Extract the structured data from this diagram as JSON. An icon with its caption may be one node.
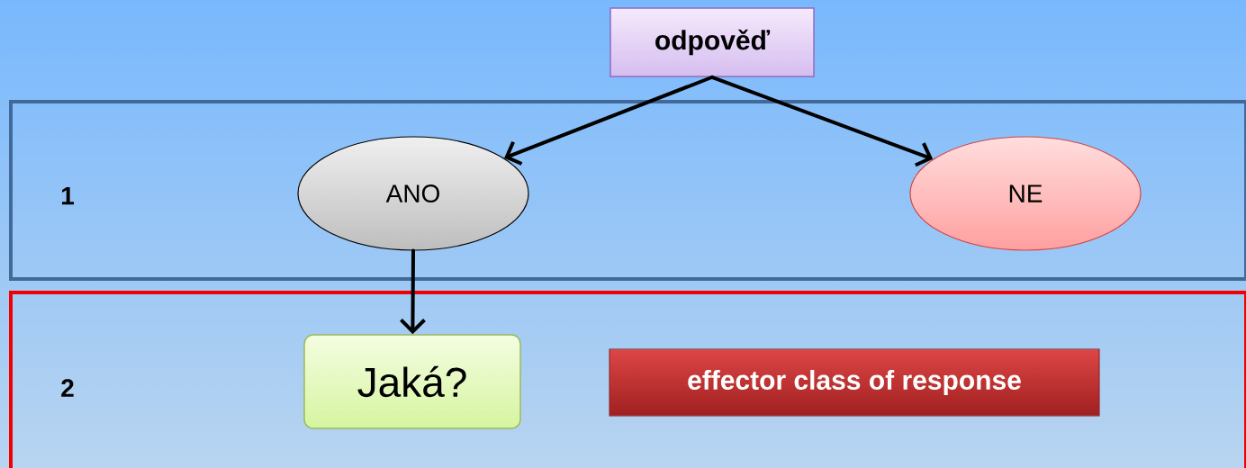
{
  "diagram": {
    "nodes": [
      {
        "text": [
          "odpověď"
        ]
      },
      {
        "text": [
          "1"
        ]
      },
      {
        "text": [
          "ANO"
        ],
        "in": 1
      },
      {
        "text": [
          "NE"
        ],
        "in": 1
      },
      {
        "text": [
          "2"
        ]
      },
      {
        "text": [
          "Jaká?"
        ],
        "in": 4
      },
      {
        "text": [
          "effector class of response"
        ],
        "in": 4
      }
    ],
    "edges": [
      {
        "from": 0,
        "to": 2,
        "arrow": "to"
      },
      {
        "from": 0,
        "to": 3,
        "arrow": "to"
      },
      {
        "from": 2,
        "to": 5,
        "arrow": "to"
      }
    ]
  }
}
